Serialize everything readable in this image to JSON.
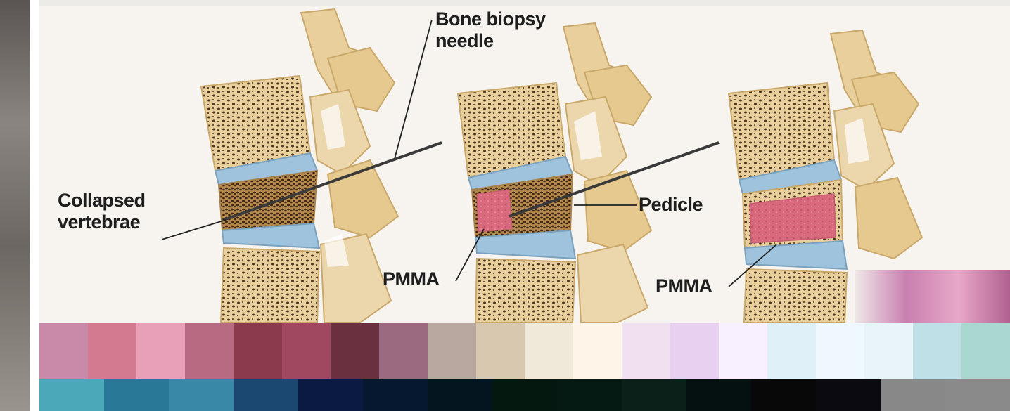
{
  "labels": {
    "needle_line1": "Bone biopsy",
    "needle_line2": "needle",
    "collapsed_line1": "Collapsed",
    "collapsed_line2": "vertebrae",
    "pedicle": "Pedicle",
    "pmma_left": "PMMA",
    "pmma_right": "PMMA"
  },
  "colors": {
    "bone": "#e8cf9c",
    "bone_edge": "#c9a86a",
    "disc": "#9fc3dc",
    "trabecular": "#4a3420",
    "cement": "#d96a7d",
    "needle": "#3a3a3a"
  }
}
